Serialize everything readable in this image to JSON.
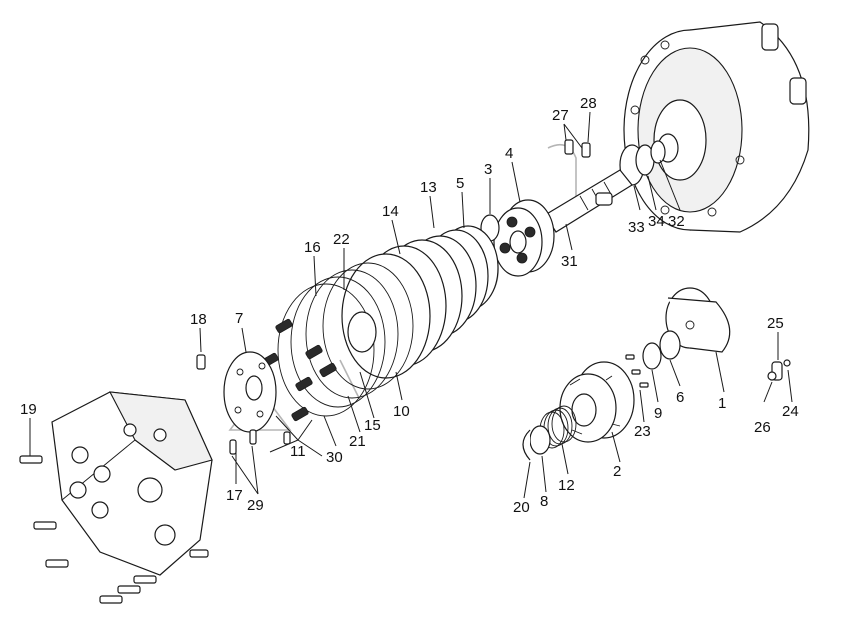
{
  "diagram": {
    "callouts": [
      "1",
      "2",
      "3",
      "4",
      "5",
      "6",
      "7",
      "8",
      "9",
      "10",
      "11",
      "12",
      "13",
      "14",
      "15",
      "16",
      "17",
      "18",
      "19",
      "20",
      "21",
      "22",
      "23",
      "24",
      "25",
      "26",
      "27",
      "28",
      "29",
      "30",
      "31",
      "32",
      "33",
      "34"
    ]
  },
  "colors": {
    "line": "#1a1a1a",
    "background": "#ffffff",
    "watermark": "#b5b5b5"
  }
}
